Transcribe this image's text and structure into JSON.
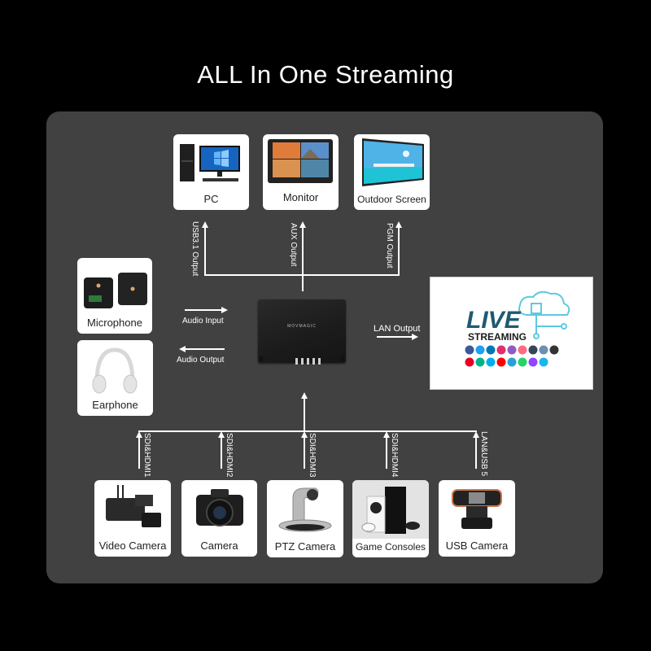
{
  "title": "ALL In One Streaming",
  "outputs": {
    "top_devices": [
      {
        "label": "PC",
        "icon": "pc-icon"
      },
      {
        "label": "Monitor",
        "icon": "monitor-icon"
      },
      {
        "label": "Outdoor Screen",
        "icon": "outdoor-screen-icon"
      }
    ],
    "top_connections": [
      "USB3.1 Output",
      "AUX Output",
      "PGM Output"
    ]
  },
  "audio": {
    "devices": [
      {
        "label": "Microphone",
        "icon": "microphone-icon"
      },
      {
        "label": "Earphone",
        "icon": "earphone-icon"
      }
    ],
    "input_label": "Audio Input",
    "output_label": "Audio Output"
  },
  "center_device": {
    "brand": "MOVMAGIC",
    "icon": "streaming-switcher-icon"
  },
  "lan": {
    "label": "LAN Output",
    "target": {
      "line1": "LIVE",
      "line2": "STREAMING",
      "icon": "live-streaming-logo"
    },
    "social_colors_row1": [
      "#3b5998",
      "#1da1f2",
      "#0077b5",
      "#e1306c",
      "#8e5cc2",
      "#ff6b81",
      "#35465c",
      "#6c8fb2",
      "#333333"
    ],
    "social_colors_row2": [
      "#e60023",
      "#00b489",
      "#00aff0",
      "#ff0000",
      "#2aa0da",
      "#25d366",
      "#9146ff",
      "#1ab7ea"
    ]
  },
  "inputs": {
    "connections": [
      "SDI&HDMI1",
      "SDI&HDMI2",
      "SDI&HDMI3",
      "SDI&HDMI4",
      "LAN&USB 5"
    ],
    "devices": [
      {
        "label": "Video Camera",
        "icon": "video-camera-icon"
      },
      {
        "label": "Camera",
        "icon": "camera-icon"
      },
      {
        "label": "PTZ Camera",
        "icon": "ptz-camera-icon"
      },
      {
        "label": "Game Consoles",
        "icon": "game-console-icon"
      },
      {
        "label": "USB Camera",
        "icon": "usb-camera-icon"
      }
    ]
  }
}
